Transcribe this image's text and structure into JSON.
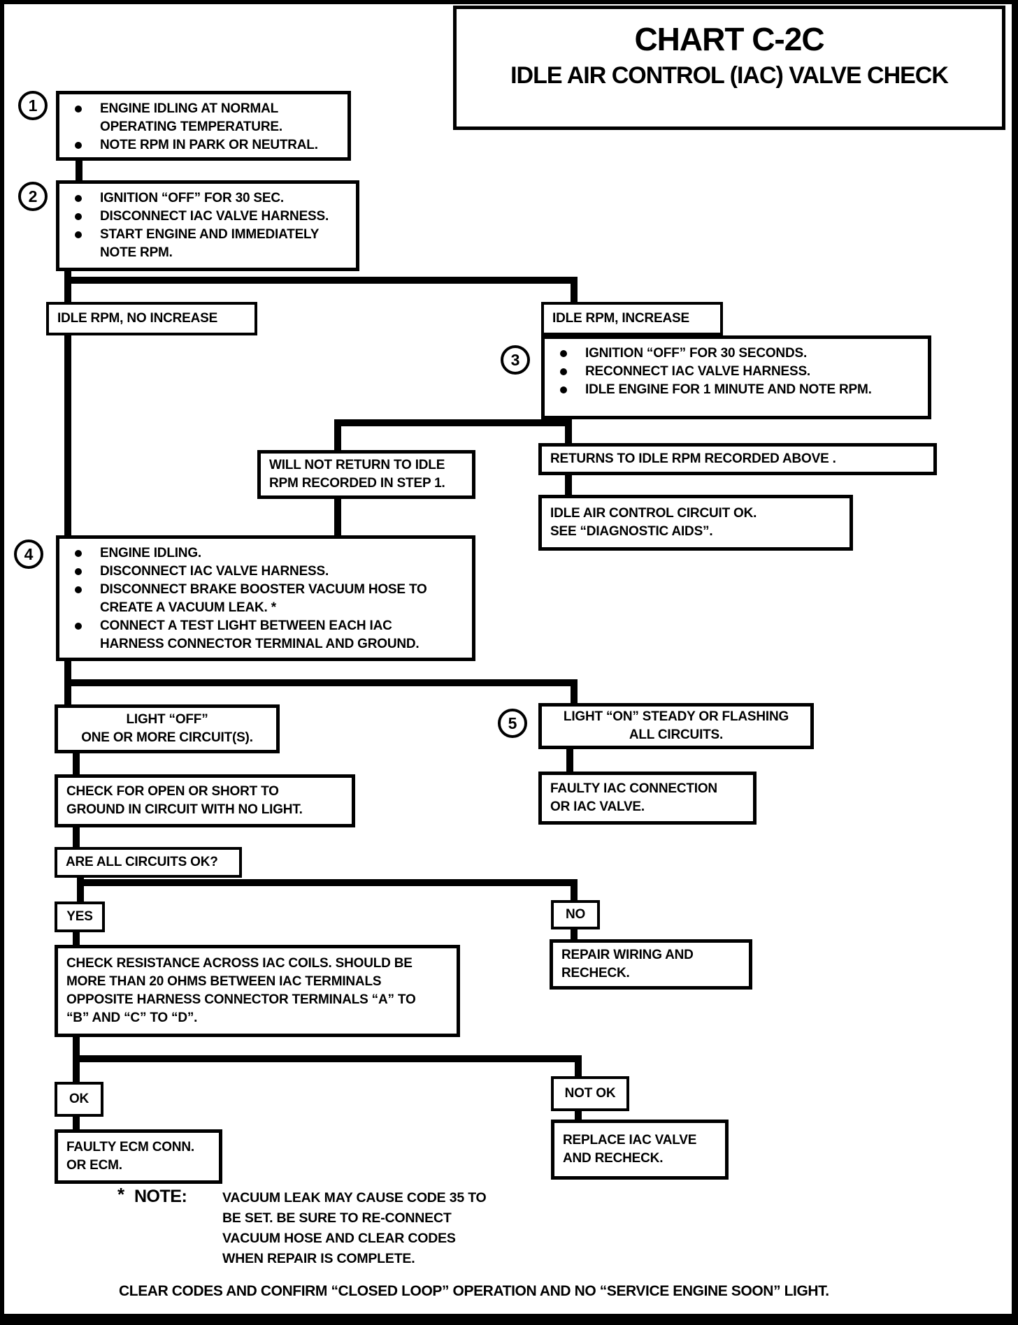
{
  "colors": {
    "ink": "#000000",
    "paper": "#ffffff"
  },
  "title": {
    "chart": "CHART C-2C",
    "subtitle": "IDLE AIR CONTROL (IAC) VALVE CHECK"
  },
  "nodes": {
    "step1": {
      "number": "1",
      "bullets": [
        "ENGINE IDLING AT NORMAL\nOPERATING TEMPERATURE.",
        "NOTE RPM IN PARK OR NEUTRAL."
      ]
    },
    "step2": {
      "number": "2",
      "bullets": [
        "IGNITION “OFF” FOR 30 SEC.",
        "DISCONNECT IAC VALVE HARNESS.",
        "START ENGINE AND IMMEDIATELY\nNOTE RPM."
      ]
    },
    "idle_no_increase": {
      "label": "IDLE RPM, NO INCREASE"
    },
    "idle_increase": {
      "label": "IDLE RPM, INCREASE"
    },
    "step3": {
      "number": "3",
      "bullets": [
        "IGNITION “OFF” FOR 30 SECONDS.",
        "RECONNECT IAC VALVE HARNESS.",
        "IDLE ENGINE FOR 1 MINUTE AND NOTE RPM."
      ]
    },
    "will_not_return": {
      "label": "WILL NOT RETURN TO IDLE\nRPM RECORDED IN STEP 1."
    },
    "returns_to_idle": {
      "label": "RETURNS TO IDLE RPM RECORDED ABOVE ."
    },
    "iac_circuit_ok": {
      "label": "IDLE AIR CONTROL CIRCUIT OK.\nSEE “DIAGNOSTIC AIDS”."
    },
    "step4": {
      "number": "4",
      "bullets": [
        "ENGINE IDLING.",
        "DISCONNECT IAC VALVE HARNESS.",
        "DISCONNECT BRAKE BOOSTER VACUUM HOSE TO\nCREATE A VACUUM LEAK. *",
        "CONNECT A TEST LIGHT BETWEEN EACH IAC\nHARNESS CONNECTOR TERMINAL AND GROUND."
      ]
    },
    "light_off": {
      "label": "LIGHT “OFF”\nONE OR MORE CIRCUIT(S)."
    },
    "light_on": {
      "number": "5",
      "label": "LIGHT “ON” STEADY OR FLASHING\nALL CIRCUITS."
    },
    "check_open_short": {
      "label": "CHECK FOR OPEN OR SHORT TO\nGROUND IN CIRCUIT WITH NO LIGHT."
    },
    "faulty_iac": {
      "label": "FAULTY IAC CONNECTION\nOR IAC VALVE."
    },
    "are_circuits_ok": {
      "label": "ARE ALL CIRCUITS OK?"
    },
    "yes": {
      "label": "YES"
    },
    "no": {
      "label": "NO"
    },
    "check_resistance": {
      "label": "CHECK RESISTANCE ACROSS IAC COILS. SHOULD BE\nMORE THAN 20 OHMS BETWEEN IAC TERMINALS\nOPPOSITE HARNESS CONNECTOR TERMINALS “A” TO\n“B” AND “C” TO “D”."
    },
    "repair_wiring": {
      "label": "REPAIR WIRING AND\nRECHECK."
    },
    "ok": {
      "label": "OK"
    },
    "not_ok": {
      "label": "NOT OK"
    },
    "faulty_ecm": {
      "label": "FAULTY ECM CONN.\nOR ECM."
    },
    "replace_iac": {
      "label": "REPLACE IAC VALVE\nAND RECHECK."
    }
  },
  "note": {
    "marker": "*",
    "label": "NOTE:",
    "text": "VACUUM LEAK MAY CAUSE CODE 35 TO\nBE SET. BE SURE TO RE-CONNECT\nVACUUM HOSE AND CLEAR CODES\nWHEN REPAIR IS COMPLETE."
  },
  "footer": "CLEAR CODES AND CONFIRM “CLOSED LOOP” OPERATION AND NO “SERVICE ENGINE SOON” LIGHT."
}
